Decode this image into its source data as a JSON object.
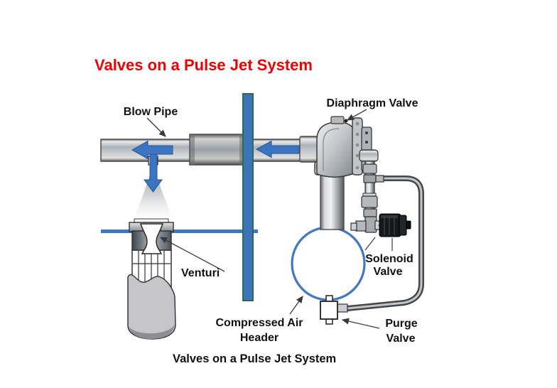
{
  "title": "Valves on a Pulse Jet System",
  "caption": "Valves on a Pulse Jet System",
  "labels": {
    "blow_pipe": "Blow Pipe",
    "diaphragm_valve": "Diaphragm Valve",
    "venturi": "Venturi",
    "solenoid_line1": "Solenoid",
    "solenoid_line2": "Valve",
    "header_line1": "Compressed Air",
    "header_line2": "Header",
    "purge_line1": "Purge",
    "purge_line2": "Valve"
  },
  "colors": {
    "title_red": "#EE0000",
    "label_black": "#111111",
    "arrow_blue": "#3B74C2",
    "wall_blue": "#3C74BA",
    "wall_outline_green": "#2D6A4F",
    "tubesheet_blue": "#3B78C4",
    "header_circle_blue": "#4377C2",
    "leader_gray": "#3A3A3A"
  }
}
